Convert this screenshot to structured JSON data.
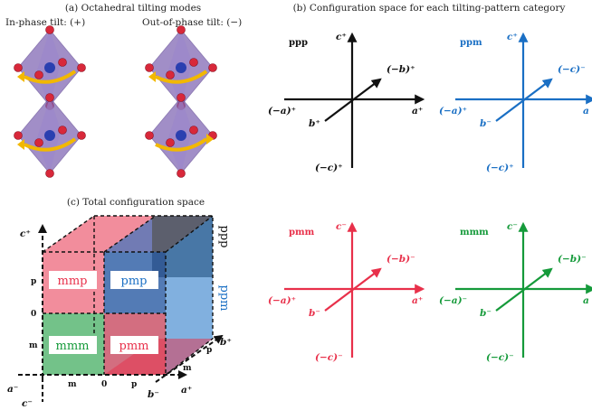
{
  "panel_a": {
    "caption": "(a) Octahedral tilting modes",
    "in_phase": "In-phase tilt: (+)",
    "out_of_phase": "Out-of-phase tilt: (−)"
  },
  "panel_b": {
    "caption": "(b) Configuration space for each tilting-pattern category",
    "plots": [
      {
        "name": "ppp",
        "color": "#111111",
        "top": "c⁺",
        "diag": "(−b)⁺",
        "left": "(−a)⁺",
        "right": "a⁺",
        "low": "b⁺",
        "bottom": "(−c)⁺"
      },
      {
        "name": "ppm",
        "color": "#1a6fc4",
        "top": "c⁺",
        "diag": "(−c)⁻",
        "left": "(−a)⁺",
        "right": "a",
        "low": "b⁻",
        "bottom": "(−c)⁺"
      },
      {
        "name": "pmm",
        "color": "#e8304a",
        "top": "c⁻",
        "diag": "(−b)⁻",
        "left": "(−a)⁺",
        "right": "a⁺",
        "low": "b⁻",
        "bottom": "(−c)⁻"
      },
      {
        "name": "mmm",
        "color": "#159a3a",
        "top": "c⁻",
        "diag": "(−b)⁻",
        "left": "(−a)⁻",
        "right": "a",
        "low": "b⁻",
        "bottom": "(−c)⁻"
      }
    ]
  },
  "panel_c": {
    "caption": "(c) Total configuration space",
    "axes": {
      "c_plus": "c⁺",
      "c_minus": "c⁻",
      "a_plus": "a⁺",
      "a_minus": "a⁻",
      "b_plus": "b⁺",
      "b_minus": "b⁻"
    },
    "ticks_c": [
      "p",
      "0",
      "m"
    ],
    "ticks_a": [
      "m",
      "0",
      "p"
    ],
    "ticks_b": [
      "m",
      "p"
    ],
    "regions": {
      "mmp": "mmp",
      "pmp": "pmp",
      "mmm": "mmm",
      "pmm": "pmm",
      "ppp": "ppp",
      "ppm": "ppm"
    },
    "colors": {
      "red": "#e8304a",
      "blue": "#1a6fc4",
      "green": "#159a3a",
      "gray": "#555555"
    }
  }
}
